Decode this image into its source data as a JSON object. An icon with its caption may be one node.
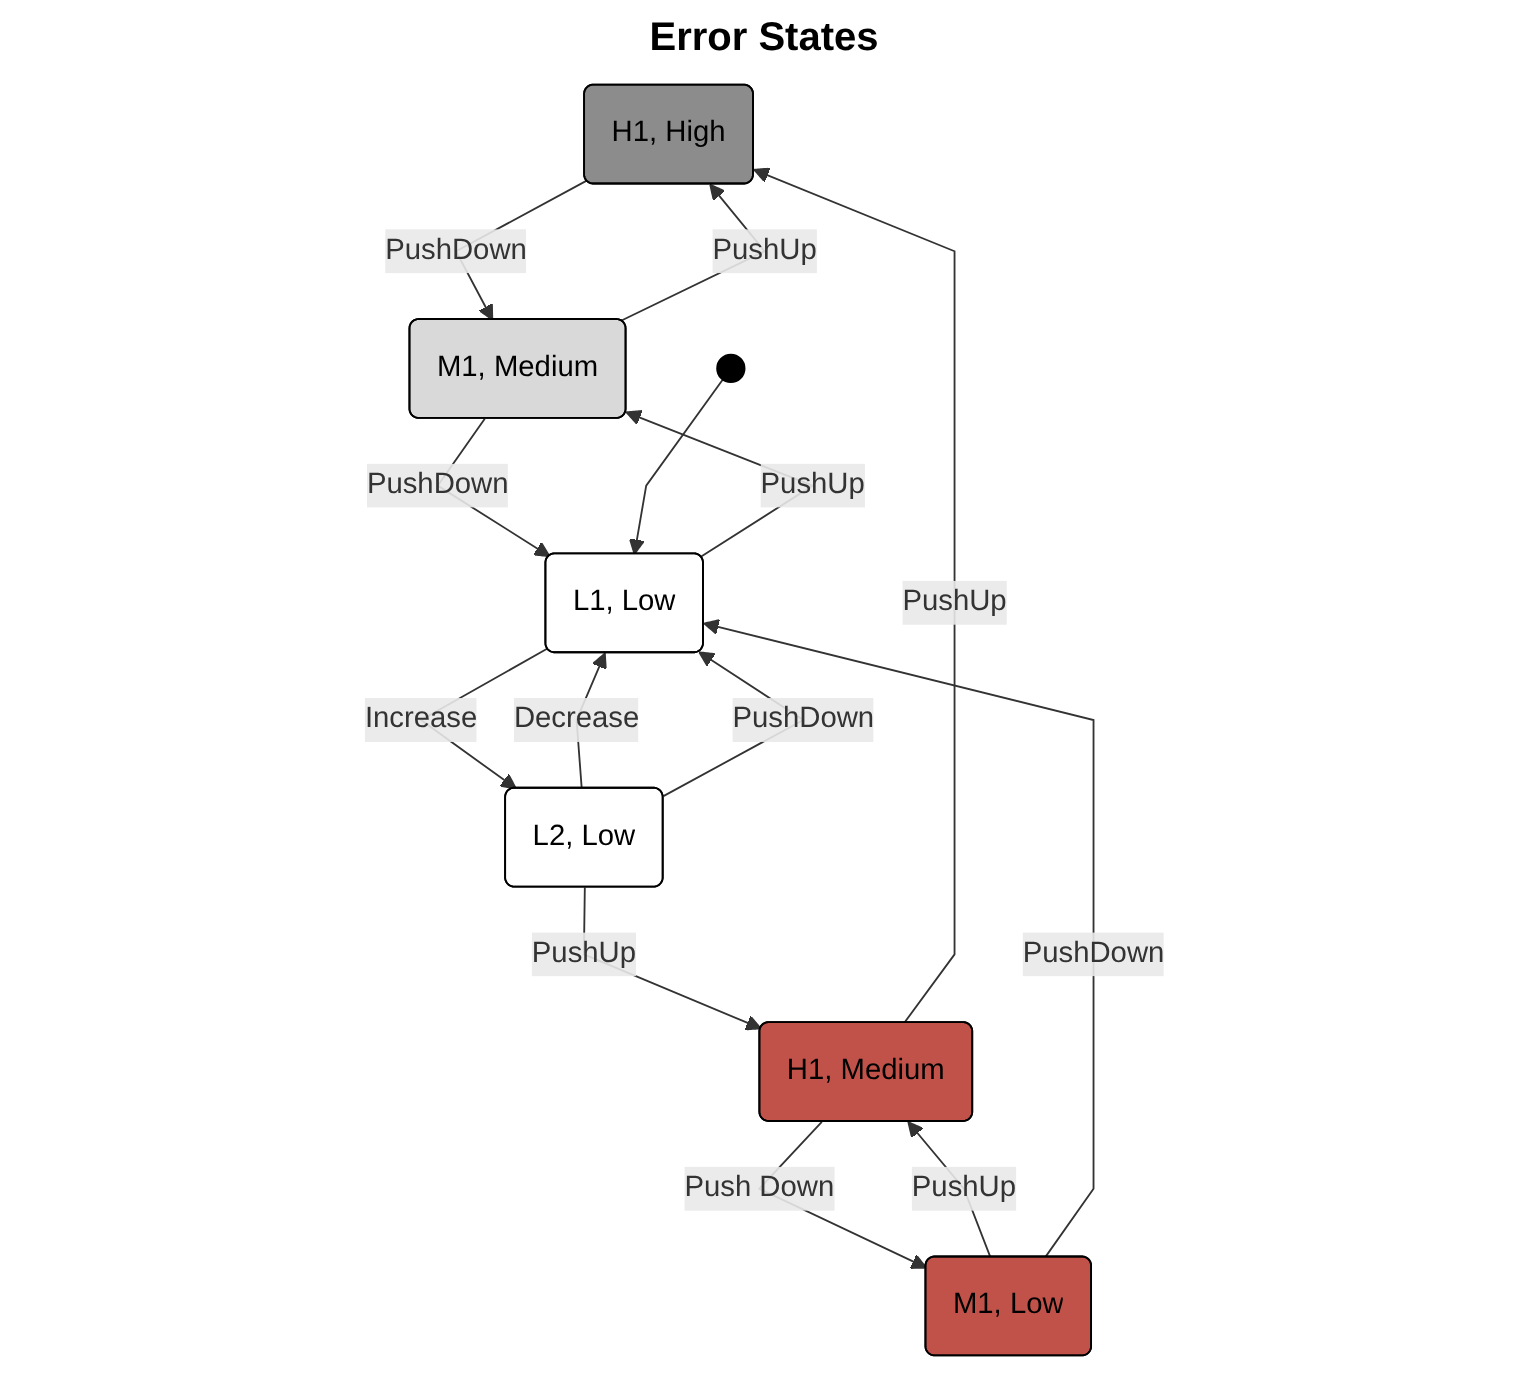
{
  "diagram": {
    "title": "Error States",
    "nodes": [
      {
        "text": [
          "H1, High"
        ]
      },
      {
        "text": [
          "H1, Medium"
        ]
      },
      {
        "text": [
          "M1, Medium"
        ]
      },
      {
        "text": [
          "M1, Low"
        ]
      },
      {
        "text": [],
        "shape": "circle"
      },
      {
        "text": [
          "L1, Low"
        ]
      },
      {
        "text": [
          "L2, Low"
        ]
      }
    ],
    "edges": [
      {
        "from": 1,
        "to": 0,
        "arrow": "to",
        "label": "PushUp"
      },
      {
        "from": 0,
        "to": 2,
        "arrow": "to",
        "label": "PushDown"
      },
      {
        "from": 2,
        "to": 0,
        "arrow": "to",
        "label": "PushUp"
      },
      {
        "from": 1,
        "to": 3,
        "arrow": "to",
        "label": "Push Down"
      },
      {
        "from": 3,
        "to": 1,
        "arrow": "to",
        "label": "PushUp"
      },
      {
        "from": 2,
        "to": 5,
        "arrow": "to",
        "label": "PushDown"
      },
      {
        "from": 5,
        "to": 2,
        "arrow": "to",
        "label": "PushUp"
      },
      {
        "from": 3,
        "to": 5,
        "arrow": "to",
        "label": "PushDown"
      },
      {
        "from": 5,
        "to": 6,
        "arrow": "to",
        "label": "Increase"
      },
      {
        "from": 6,
        "to": 5,
        "arrow": "to",
        "label": "Decrease"
      },
      {
        "from": 6,
        "to": 1,
        "arrow": "to",
        "label": "PushUp"
      },
      {
        "from": 4,
        "to": 5,
        "arrow": "to"
      },
      {
        "from": 6,
        "to": 5,
        "arrow": "to",
        "label": "PushDown"
      }
    ]
  }
}
